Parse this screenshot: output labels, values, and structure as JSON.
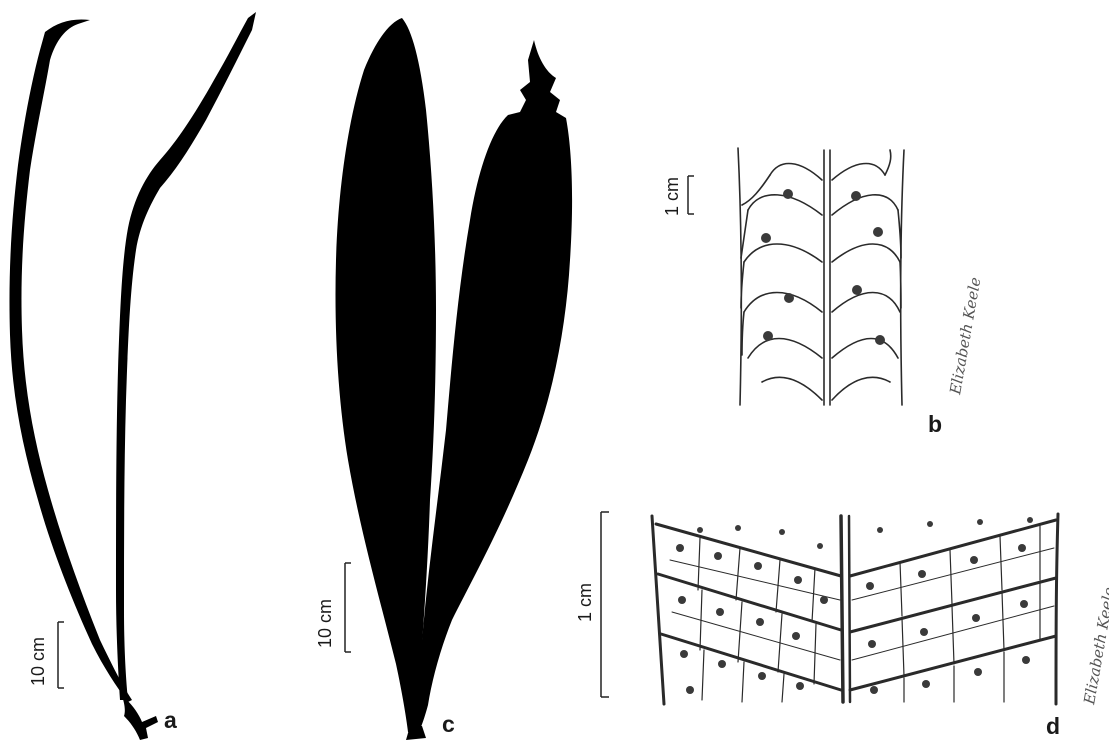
{
  "panels": {
    "a": {
      "letter": "a",
      "scale_label": "10 cm"
    },
    "b": {
      "letter": "b",
      "scale_label": "1 cm",
      "signature": "Elizabeth Keele"
    },
    "c": {
      "letter": "c",
      "scale_label": "10 cm"
    },
    "d": {
      "letter": "d",
      "scale_label": "1 cm",
      "signature": "Elizabeth Keele"
    }
  },
  "colors": {
    "silhouette": "#000000",
    "ink": "#2a2a2a",
    "background": "#ffffff"
  }
}
